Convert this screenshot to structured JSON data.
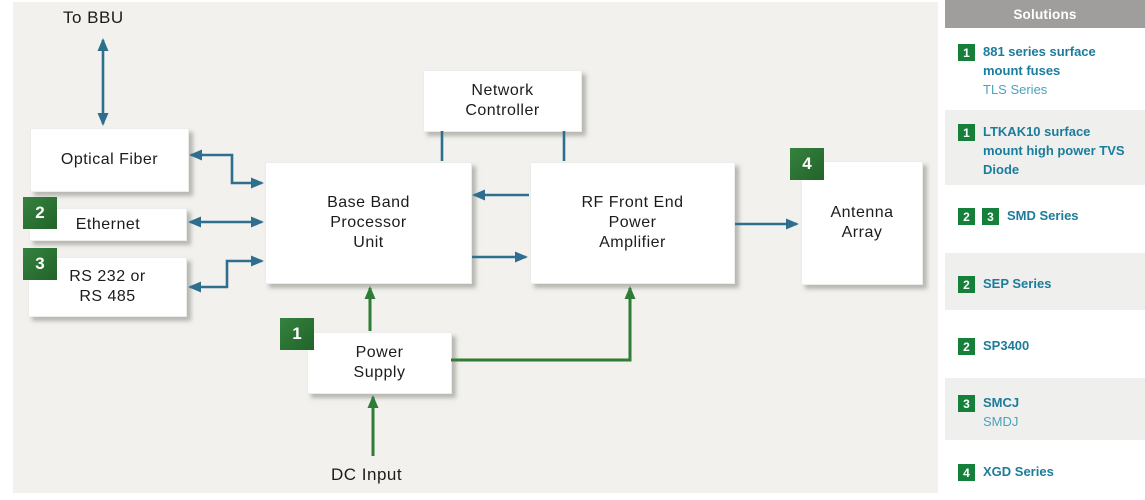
{
  "diagram": {
    "top_label": "To BBU",
    "bottom_label": "DC Input",
    "boxes": [
      {
        "lines": [
          "Optical Fiber"
        ]
      },
      {
        "badge": "2",
        "lines": [
          "Ethernet"
        ]
      },
      {
        "badge": "3",
        "lines": [
          "RS 232 or",
          "RS 485"
        ]
      },
      {
        "lines": [
          "Network",
          "Controller"
        ]
      },
      {
        "lines": [
          "Base Band",
          "Processor",
          "Unit"
        ]
      },
      {
        "lines": [
          "RF Front End",
          "Power",
          "Amplifier"
        ]
      },
      {
        "badge": "4",
        "lines": [
          "Antenna",
          "Array"
        ]
      },
      {
        "badge": "1",
        "lines": [
          "Power",
          "Supply"
        ]
      }
    ],
    "colors": {
      "background": "#f2f1ee",
      "arrow_teal": "#2e6f8e",
      "arrow_green": "#2e7c35",
      "badge_green": "#276f30",
      "box_fill": "#ffffff"
    }
  },
  "sidebar": {
    "header": "Solutions",
    "items": [
      {
        "badges": [
          "1"
        ],
        "title": "881 series surface mount fuses",
        "subtitle": "TLS Series"
      },
      {
        "badges": [
          "1"
        ],
        "title": "LTKAK10 surface mount high power TVS Diode"
      },
      {
        "badges": [
          "2",
          "3"
        ],
        "title": "SMD Series"
      },
      {
        "badges": [
          "2"
        ],
        "title": "SEP Series"
      },
      {
        "badges": [
          "2"
        ],
        "title": "SP3400"
      },
      {
        "badges": [
          "3"
        ],
        "title": "SMCJ",
        "subtitle": "SMDJ"
      },
      {
        "badges": [
          "4"
        ],
        "title": "XGD Series"
      }
    ],
    "colors": {
      "header_bg": "#a09e9c",
      "badge_green": "#15803a",
      "link_teal": "#1c7c9c",
      "link_light": "#4aa4bd",
      "row_alt": "#efefed"
    }
  }
}
